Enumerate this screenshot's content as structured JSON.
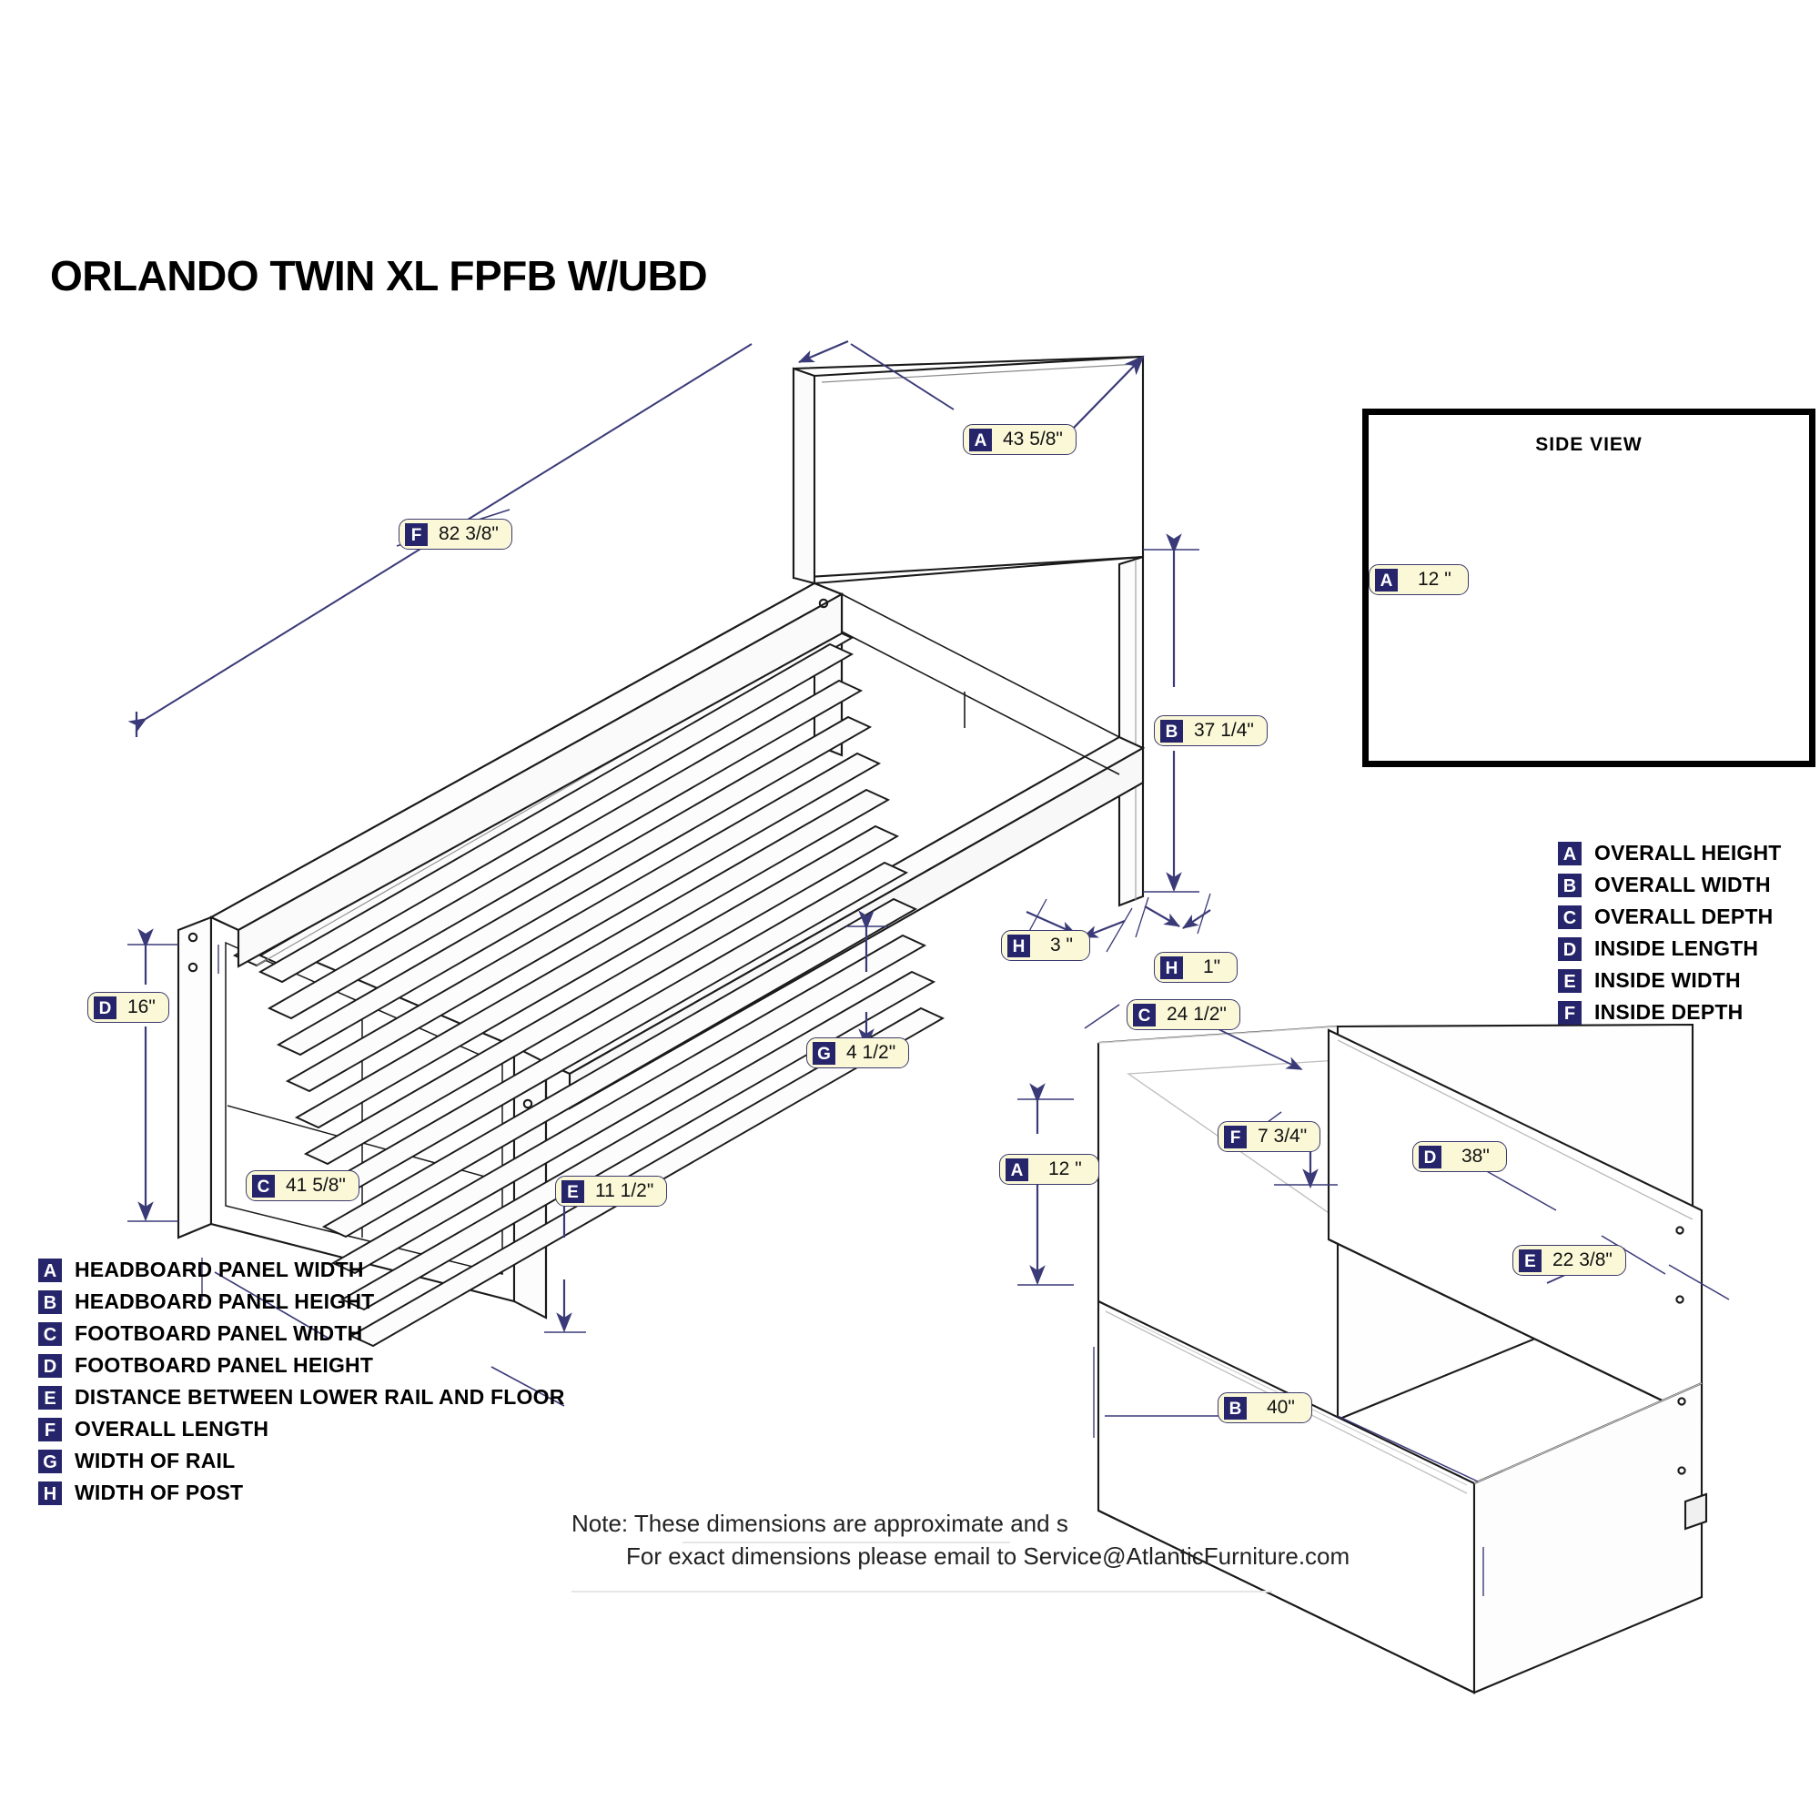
{
  "title": "ORLANDO TWIN XL FPFB W/UBD",
  "side_view": {
    "title": "SIDE VIEW"
  },
  "legend_left": [
    {
      "key": "A",
      "label": "HEADBOARD PANEL WIDTH"
    },
    {
      "key": "B",
      "label": "HEADBOARD PANEL HEIGHT"
    },
    {
      "key": "C",
      "label": "FOOTBOARD PANEL WIDTH"
    },
    {
      "key": "D",
      "label": "FOOTBOARD PANEL HEIGHT"
    },
    {
      "key": "E",
      "label": "DISTANCE BETWEEN LOWER RAIL AND FLOOR"
    },
    {
      "key": "F",
      "label": "OVERALL LENGTH"
    },
    {
      "key": "G",
      "label": "WIDTH OF RAIL"
    },
    {
      "key": "H",
      "label": "WIDTH OF POST"
    }
  ],
  "legend_right": [
    {
      "key": "A",
      "label": "OVERALL HEIGHT"
    },
    {
      "key": "B",
      "label": "OVERALL WIDTH"
    },
    {
      "key": "C",
      "label": "OVERALL DEPTH"
    },
    {
      "key": "D",
      "label": "INSIDE LENGTH"
    },
    {
      "key": "E",
      "label": "INSIDE WIDTH"
    },
    {
      "key": "F",
      "label": "INSIDE DEPTH"
    }
  ],
  "callouts": {
    "bed": [
      {
        "id": "bed-a",
        "key": "A",
        "value": "43 5/8\""
      },
      {
        "id": "bed-f",
        "key": "F",
        "value": "82 3/8\""
      },
      {
        "id": "bed-b",
        "key": "B",
        "value": "37 1/4\""
      },
      {
        "id": "bed-h1",
        "key": "H",
        "value": "3 \""
      },
      {
        "id": "bed-h2",
        "key": "H",
        "value": "1\""
      },
      {
        "id": "bed-g",
        "key": "G",
        "value": "4 1/2\""
      },
      {
        "id": "bed-d",
        "key": "D",
        "value": "16\""
      },
      {
        "id": "bed-c",
        "key": "C",
        "value": "41 5/8\""
      },
      {
        "id": "bed-e",
        "key": "E",
        "value": "11 1/2\""
      }
    ],
    "side_view": [
      {
        "id": "side-a",
        "key": "A",
        "value": "12 \""
      }
    ],
    "drawer": [
      {
        "id": "drw-c",
        "key": "C",
        "value": "24 1/2\""
      },
      {
        "id": "drw-f",
        "key": "F",
        "value": "7 3/4\""
      },
      {
        "id": "drw-d",
        "key": "D",
        "value": "38\""
      },
      {
        "id": "drw-a",
        "key": "A",
        "value": "12 \""
      },
      {
        "id": "drw-e",
        "key": "E",
        "value": "22 3/8\""
      },
      {
        "id": "drw-b",
        "key": "B",
        "value": "40\""
      }
    ]
  },
  "note": {
    "line1": "Note:  These dimensions are approximate and s",
    "line2": "For exact dimensions please email to Service@AtlanticFurniture.com"
  },
  "colors": {
    "badge_navy": "#26246b",
    "callout_fill": "#fbf8d8",
    "callout_border": "#3b3a6e",
    "dim_line": "#3a3a78",
    "outline": "#1a1a1a"
  }
}
